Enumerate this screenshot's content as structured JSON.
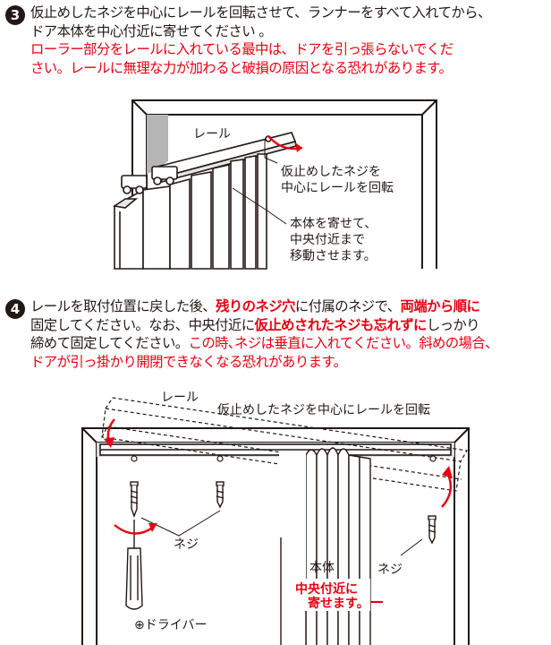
{
  "step3": {
    "number": "3",
    "line1": "仮止めしたネジを中心にレールを回転させて、ランナーをすべて入れてから、",
    "line2": "ドア本体を中心付近に寄せてください 。",
    "warning1": "ローラー部分をレールに入れている最中は、ドアを引っ張らないでくだ",
    "warning2": "さい。レールに無理な力が加わると破損の原因となる恐れがあります。",
    "figure": {
      "rail_label": "レール",
      "rotate_label_1": "仮止めしたネジを",
      "rotate_label_2": "中心にレールを回転",
      "move_label_1": "本体を寄せて、",
      "move_label_2": "中央付近まで",
      "move_label_3": "移動させます。"
    }
  },
  "step4": {
    "number": "4",
    "l1a": "レールを取付位置に戻した後、",
    "l1b": "残りのネジ穴",
    "l1c": "に付属のネジで、",
    "l1d": "両端から順に",
    "l2a": "固定してください。なお、中央付近に",
    "l2b": "仮止めされたネジも忘れずに",
    "l2c": "しっかり",
    "l3a": "締めて固定してください。",
    "l3b": "この時､ネジは垂直に入れてください。斜めの場合、",
    "l4": "ドアが引っ掛かり開閉できなくなる恐れがあります。",
    "figure": {
      "rail_label": "レール",
      "rotate_label": "仮止めしたネジを中心にレールを回転",
      "screw_label_left": "ネジ",
      "screw_label_right": "ネジ",
      "body_label": "本体",
      "center_label_1": "中央付近に",
      "center_label_2": "寄せます。",
      "driver_label": "⊕ドライバー"
    }
  },
  "colors": {
    "warning": "#e60012",
    "text": "#231815",
    "frame_gray": "#b5b5b6"
  }
}
